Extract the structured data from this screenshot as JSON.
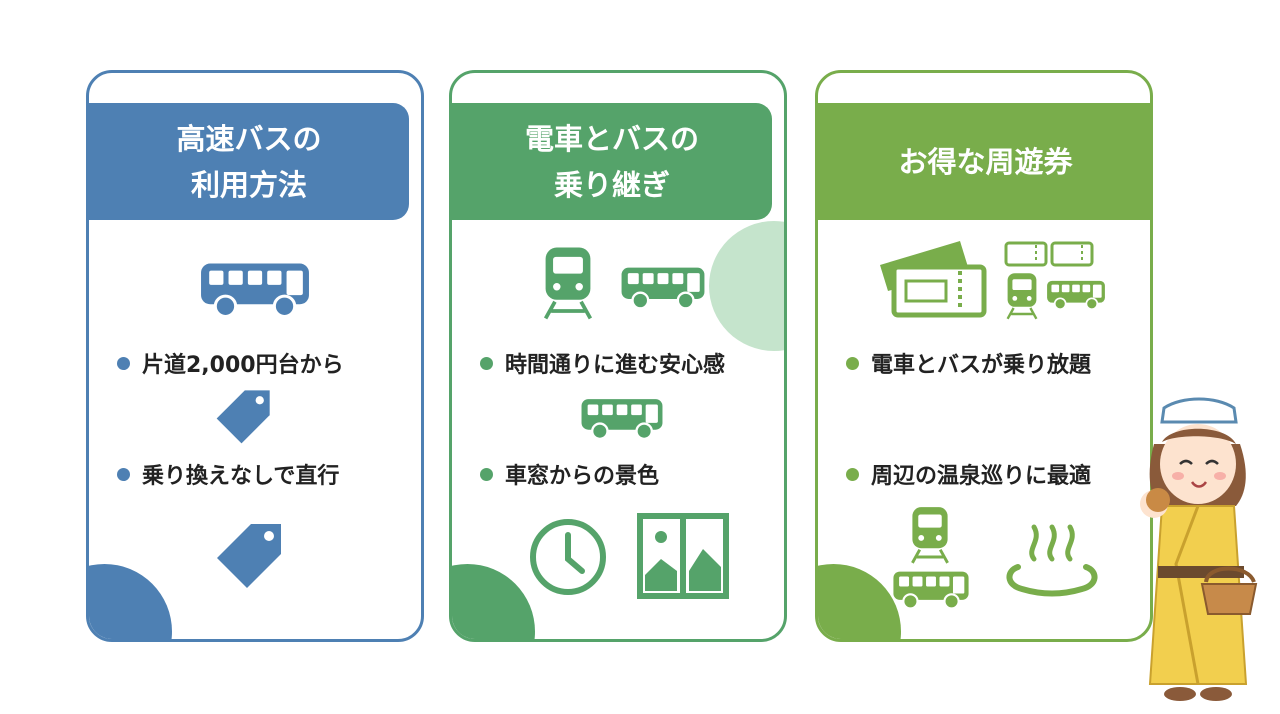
{
  "colors": {
    "blue": "#4e80b3",
    "green": "#55a36a",
    "lime": "#79ad4b"
  },
  "cards": [
    {
      "title_line1": "高速バスの",
      "title_line2": "利用方法",
      "items": [
        "片道2,000円台から",
        "乗り換えなしで直行"
      ],
      "icons": [
        "bus-icon",
        "price-tag-icon",
        "price-tag-icon"
      ]
    },
    {
      "title_line1": "電車とバスの",
      "title_line2": "乗り継ぎ",
      "items": [
        "時間通りに進む安心感",
        "車窓からの景色"
      ],
      "icons": [
        "train-icon",
        "bus-icon",
        "bus-icon",
        "clock-icon",
        "window-scenery-icon"
      ]
    },
    {
      "title_line1": "お得な周遊券",
      "items": [
        "電車とバスが乗り放題",
        "周辺の温泉巡りに最適"
      ],
      "icons": [
        "tickets-icon",
        "train-icon",
        "bus-icon",
        "train-icon",
        "bus-icon",
        "hot-spring-icon"
      ]
    }
  ]
}
